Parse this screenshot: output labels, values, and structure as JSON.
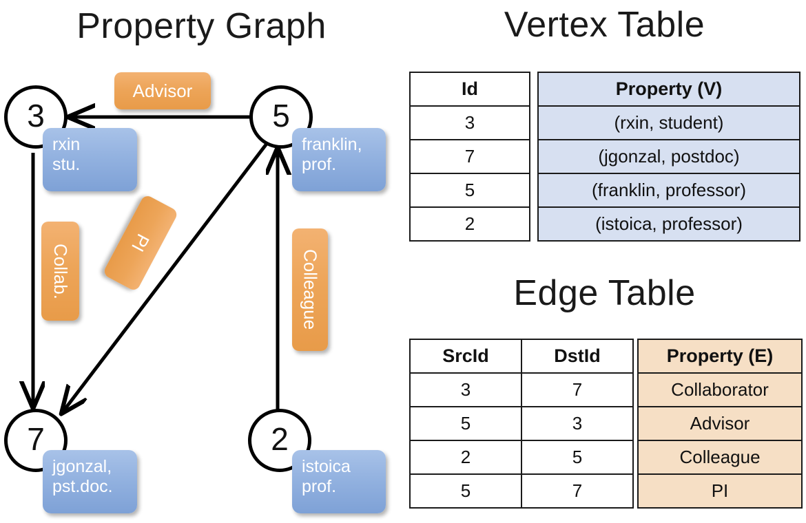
{
  "titles": {
    "property_graph": "Property Graph",
    "vertex_table": "Vertex Table",
    "edge_table": "Edge Table"
  },
  "graph": {
    "vertices": [
      {
        "id": "3",
        "label_line1": "rxin",
        "label_line2": "stu."
      },
      {
        "id": "5",
        "label_line1": "franklin,",
        "label_line2": "prof."
      },
      {
        "id": "7",
        "label_line1": "jgonzal,",
        "label_line2": "pst.doc."
      },
      {
        "id": "2",
        "label_line1": "istoica",
        "label_line2": "prof."
      }
    ],
    "edge_labels": [
      {
        "text": "Advisor"
      },
      {
        "text": "Collab."
      },
      {
        "text": "PI"
      },
      {
        "text": "Colleague"
      }
    ]
  },
  "vertex_table": {
    "headers": [
      "Id",
      "Property (V)"
    ],
    "rows": [
      {
        "id": "3",
        "property": "(rxin, student)"
      },
      {
        "id": "7",
        "property": "(jgonzal, postdoc)"
      },
      {
        "id": "5",
        "property": "(franklin, professor)"
      },
      {
        "id": "2",
        "property": "(istoica, professor)"
      }
    ]
  },
  "edge_table": {
    "headers": [
      "SrcId",
      "DstId",
      "Property (E)"
    ],
    "rows": [
      {
        "src": "3",
        "dst": "7",
        "property": "Collaborator"
      },
      {
        "src": "5",
        "dst": "3",
        "property": "Advisor"
      },
      {
        "src": "2",
        "dst": "5",
        "property": "Colleague"
      },
      {
        "src": "5",
        "dst": "7",
        "property": "PI"
      }
    ]
  },
  "colors": {
    "vertex_property_fill": "#d7e0f1",
    "edge_property_fill": "#f6dfc5",
    "node_box_blue": "#93b2e0",
    "edge_label_orange": "#eda559",
    "stroke": "#000000"
  }
}
